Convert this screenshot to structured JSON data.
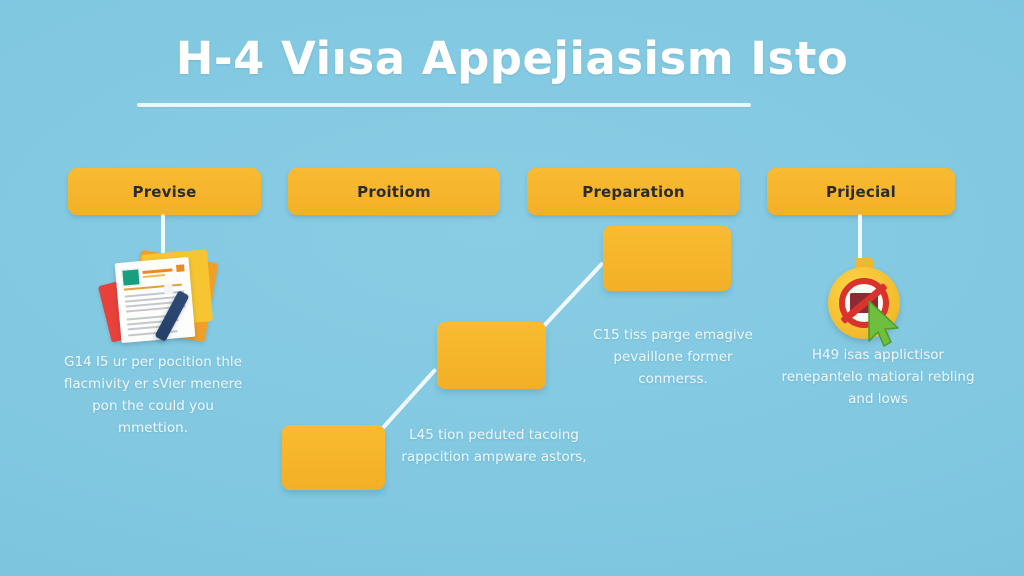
{
  "page": {
    "title": "H-4 Viısa Appejiasism Isto",
    "background_color": "#82c9e2",
    "accent_color": "#f5b428",
    "text_color": "#f4fbfd"
  },
  "headers": [
    {
      "label": "Previse"
    },
    {
      "label": "Proitiom"
    },
    {
      "label": "Preparation"
    },
    {
      "label": "Prijecial"
    }
  ],
  "columns": [
    {
      "text": "G14 I5 ur per pocition thle flacmivity er sVier menere pon the could you mmettion."
    },
    {
      "text": "L45 tion peduted tacoing rappcition ampware astors,"
    },
    {
      "text": "C15 tiss parge emagive pevaillone former conmerss."
    },
    {
      "text": "H49 isas applictisor renepantelo matioral rebling and lows"
    }
  ],
  "illustrations": {
    "document": "document-form-with-pen-illustration",
    "badge": "prohibited-badge-with-cursor-illustration"
  },
  "stair_boxes": [
    {
      "name": "stair-box-1"
    },
    {
      "name": "stair-box-2"
    },
    {
      "name": "stair-box-3"
    }
  ]
}
